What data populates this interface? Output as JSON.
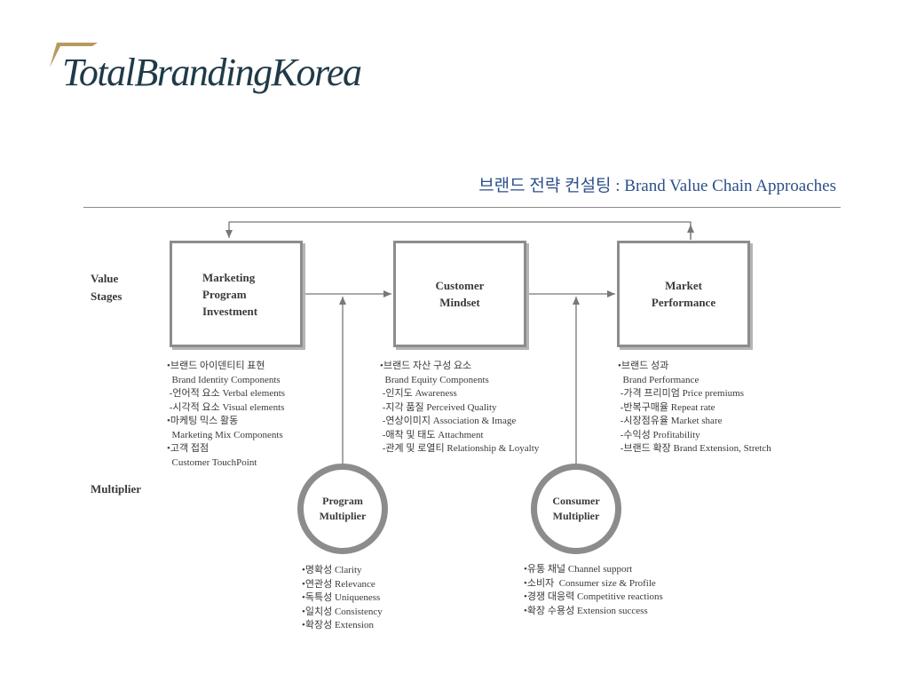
{
  "logo": {
    "text": "TotalBrandingKorea",
    "mark_color": "#b89a5e",
    "text_color": "#1f3a48"
  },
  "title": "브랜드 전략 컨설팅 : Brand Value Chain Approaches",
  "row_labels": {
    "value_stages": "Value\nStages",
    "multiplier": "Multiplier"
  },
  "stages": [
    {
      "label": "Marketing\nProgram\nInvestment"
    },
    {
      "label": "Customer\nMindset"
    },
    {
      "label": "Market\nPerformance"
    }
  ],
  "multipliers": [
    {
      "label": "Program\nMultiplier"
    },
    {
      "label": "Consumer\nMultiplier"
    }
  ],
  "stage_notes": [
    [
      "•브랜드 아이덴티티 표현",
      "  Brand Identity Components",
      " -언어적 요소 Verbal elements",
      " -시각적 요소 Visual elements",
      "•마케팅 믹스 활동",
      "  Marketing Mix Components",
      "•고객 접점",
      "  Customer TouchPoint"
    ],
    [
      "•브랜드 자산 구성 요소",
      "  Brand Equity Components",
      " -인지도 Awareness",
      " -지각 품질 Perceived Quality",
      " -연상이미지 Association & Image",
      " -애착 및 태도 Attachment",
      " -관계 및 로열티 Relationship & Loyalty"
    ],
    [
      "•브랜드 성과",
      "  Brand Performance",
      " -가격 프리미엄 Price premiums",
      " -반복구매율 Repeat rate",
      " -시장점유율 Market share",
      " -수익성 Profitability",
      " -브랜드 확장 Brand Extension, Stretch"
    ]
  ],
  "multiplier_notes": [
    [
      "•명확성 Clarity",
      "•연관성 Relevance",
      "•독특성 Uniqueness",
      "•일치성 Consistency",
      "•확장성 Extension"
    ],
    [
      "•유통 채널 Channel support",
      "•소비자  Consumer size & Profile",
      "•경쟁 대응력 Competitive reactions",
      "•확장 수용성 Extension success"
    ]
  ]
}
